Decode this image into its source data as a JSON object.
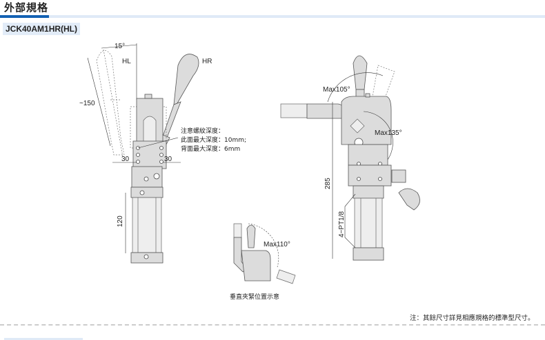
{
  "section": {
    "title": "外部規格",
    "accent_color": "#1361b3",
    "bar_color": "#dfeaf7"
  },
  "model": {
    "label": "JCK40AM1HR(HL)"
  },
  "front_view": {
    "angle_label": "15°",
    "handle_left_label": "HL",
    "handle_right_label": "HR",
    "length_label": "~150",
    "width_left_label": "30",
    "width_right_label": "30",
    "cylinder_height_label": "120",
    "thread_note": {
      "line1": "注意螺紋深度：",
      "line2": "此面最大深度：10mm;",
      "line3": "背面最大深度：6mm"
    }
  },
  "side_view": {
    "max_angle_1": "Max105°",
    "max_angle_2": "Max135°",
    "height_label": "285",
    "port_label": "4−PT1/8"
  },
  "vertical_clamp_view": {
    "max_angle": "Max110°",
    "caption": "垂直夾緊位置示意"
  },
  "footnote": "注：其餘尺寸詳見相應規格的標準型尺寸。"
}
